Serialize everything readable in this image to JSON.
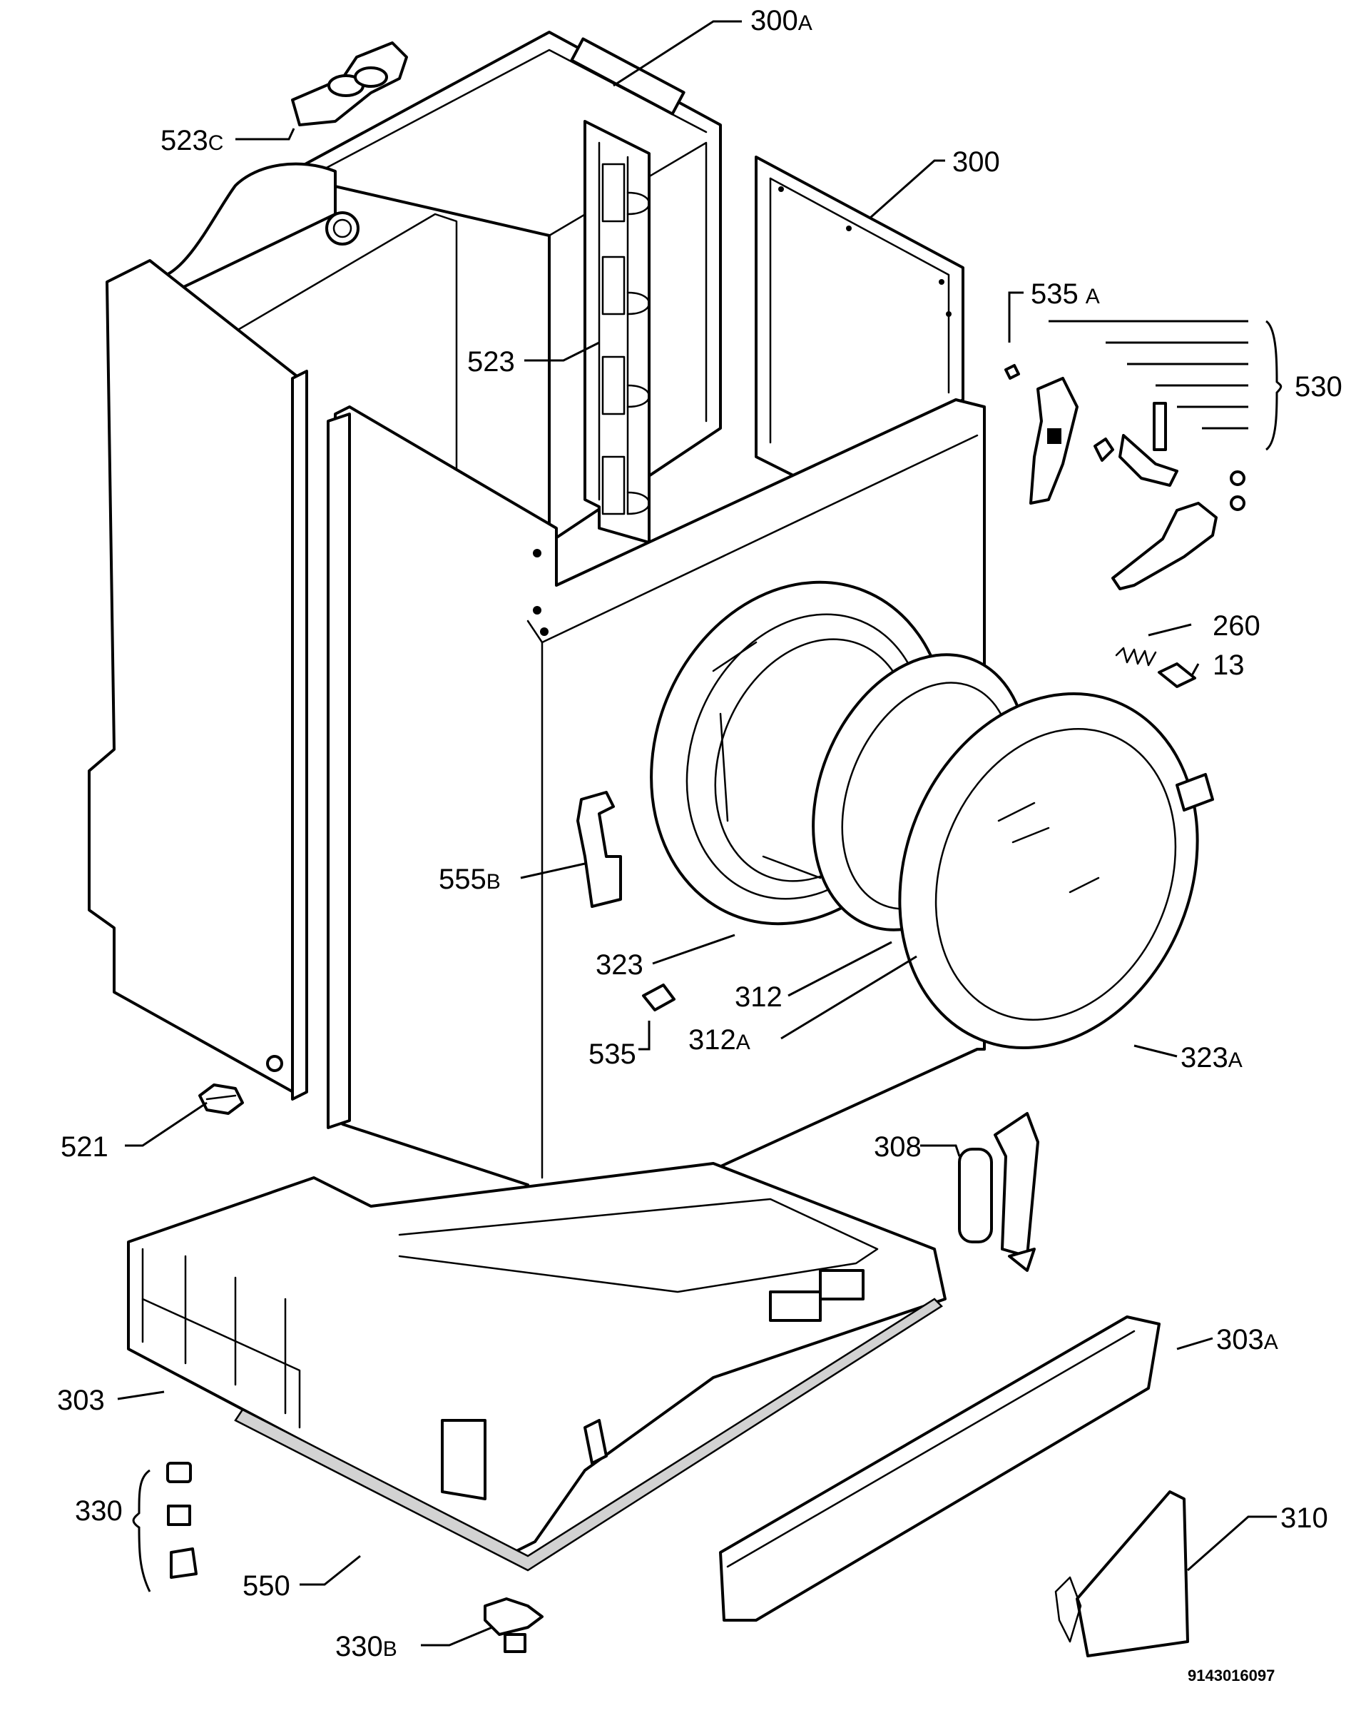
{
  "labels": {
    "p300a": {
      "num": "300",
      "suffix": "A"
    },
    "p523c": {
      "num": "523",
      "suffix": "C"
    },
    "p300": {
      "num": "300",
      "suffix": ""
    },
    "p535a": {
      "num": "535",
      "suffix": "A"
    },
    "p523": {
      "num": "523",
      "suffix": ""
    },
    "p530": {
      "num": "530",
      "suffix": ""
    },
    "p260": {
      "num": "260",
      "suffix": ""
    },
    "p13": {
      "num": "13",
      "suffix": ""
    },
    "p555b": {
      "num": "555",
      "suffix": "B"
    },
    "p323": {
      "num": "323",
      "suffix": ""
    },
    "p312": {
      "num": "312",
      "suffix": ""
    },
    "p535": {
      "num": "535",
      "suffix": ""
    },
    "p312a": {
      "num": "312",
      "suffix": "A"
    },
    "p323a": {
      "num": "323",
      "suffix": "A"
    },
    "p521": {
      "num": "521",
      "suffix": ""
    },
    "p308": {
      "num": "308",
      "suffix": ""
    },
    "p303a": {
      "num": "303",
      "suffix": "A"
    },
    "p303": {
      "num": "303",
      "suffix": ""
    },
    "p330": {
      "num": "330",
      "suffix": ""
    },
    "p310": {
      "num": "310",
      "suffix": ""
    },
    "p550": {
      "num": "550",
      "suffix": ""
    },
    "p330b": {
      "num": "330",
      "suffix": "B"
    }
  },
  "drawing_code": "9143016097",
  "colors": {
    "line": "#000000",
    "background": "#ffffff",
    "gasket_fill": "#d2d2d2"
  }
}
